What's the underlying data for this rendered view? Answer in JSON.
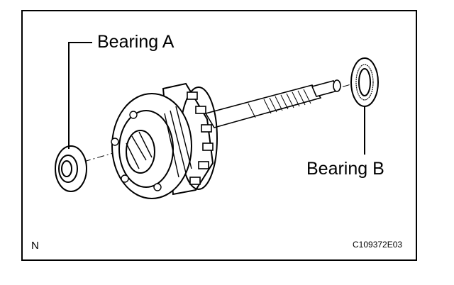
{
  "labels": {
    "bearing_a": "Bearing A",
    "bearing_b": "Bearing B"
  },
  "footer": {
    "orientation_mark": "N",
    "figure_code": "C109372E03"
  }
}
